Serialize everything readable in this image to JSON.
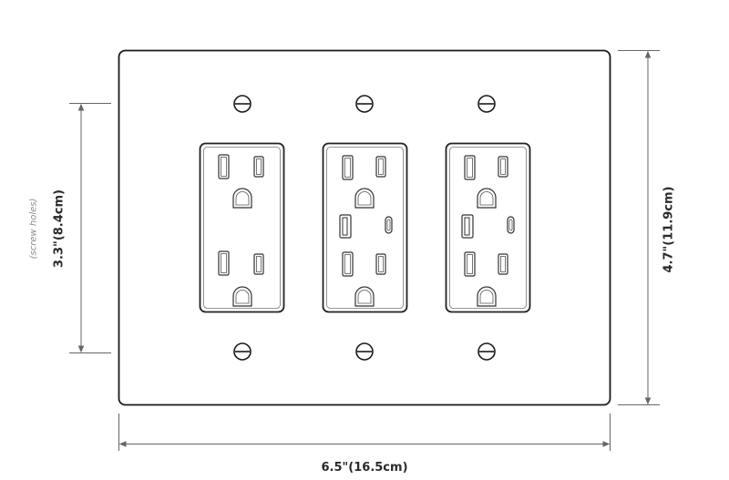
{
  "diagram": {
    "subject": "triple-gang wall plate with outlets",
    "colors": {
      "stroke": "#1a1a1a",
      "dimension_line": "#666666",
      "text": "#2a2a2a",
      "note": "#8a8a8a"
    },
    "dimensions": {
      "width": {
        "label": "6.5\"(16.5cm)"
      },
      "height": {
        "label": "4.7\"(11.9cm)"
      },
      "screw_spacing": {
        "label": "3.3\"(8.4cm)",
        "note": "(screw holes)"
      }
    },
    "outlets": [
      {
        "type": "standard duplex receptacle"
      },
      {
        "type": "duplex receptacle with USB-A and USB-C"
      },
      {
        "type": "duplex receptacle with USB-A and USB-C"
      }
    ],
    "screws": {
      "count": 6,
      "icon": "flat-head-screw-icon"
    }
  }
}
